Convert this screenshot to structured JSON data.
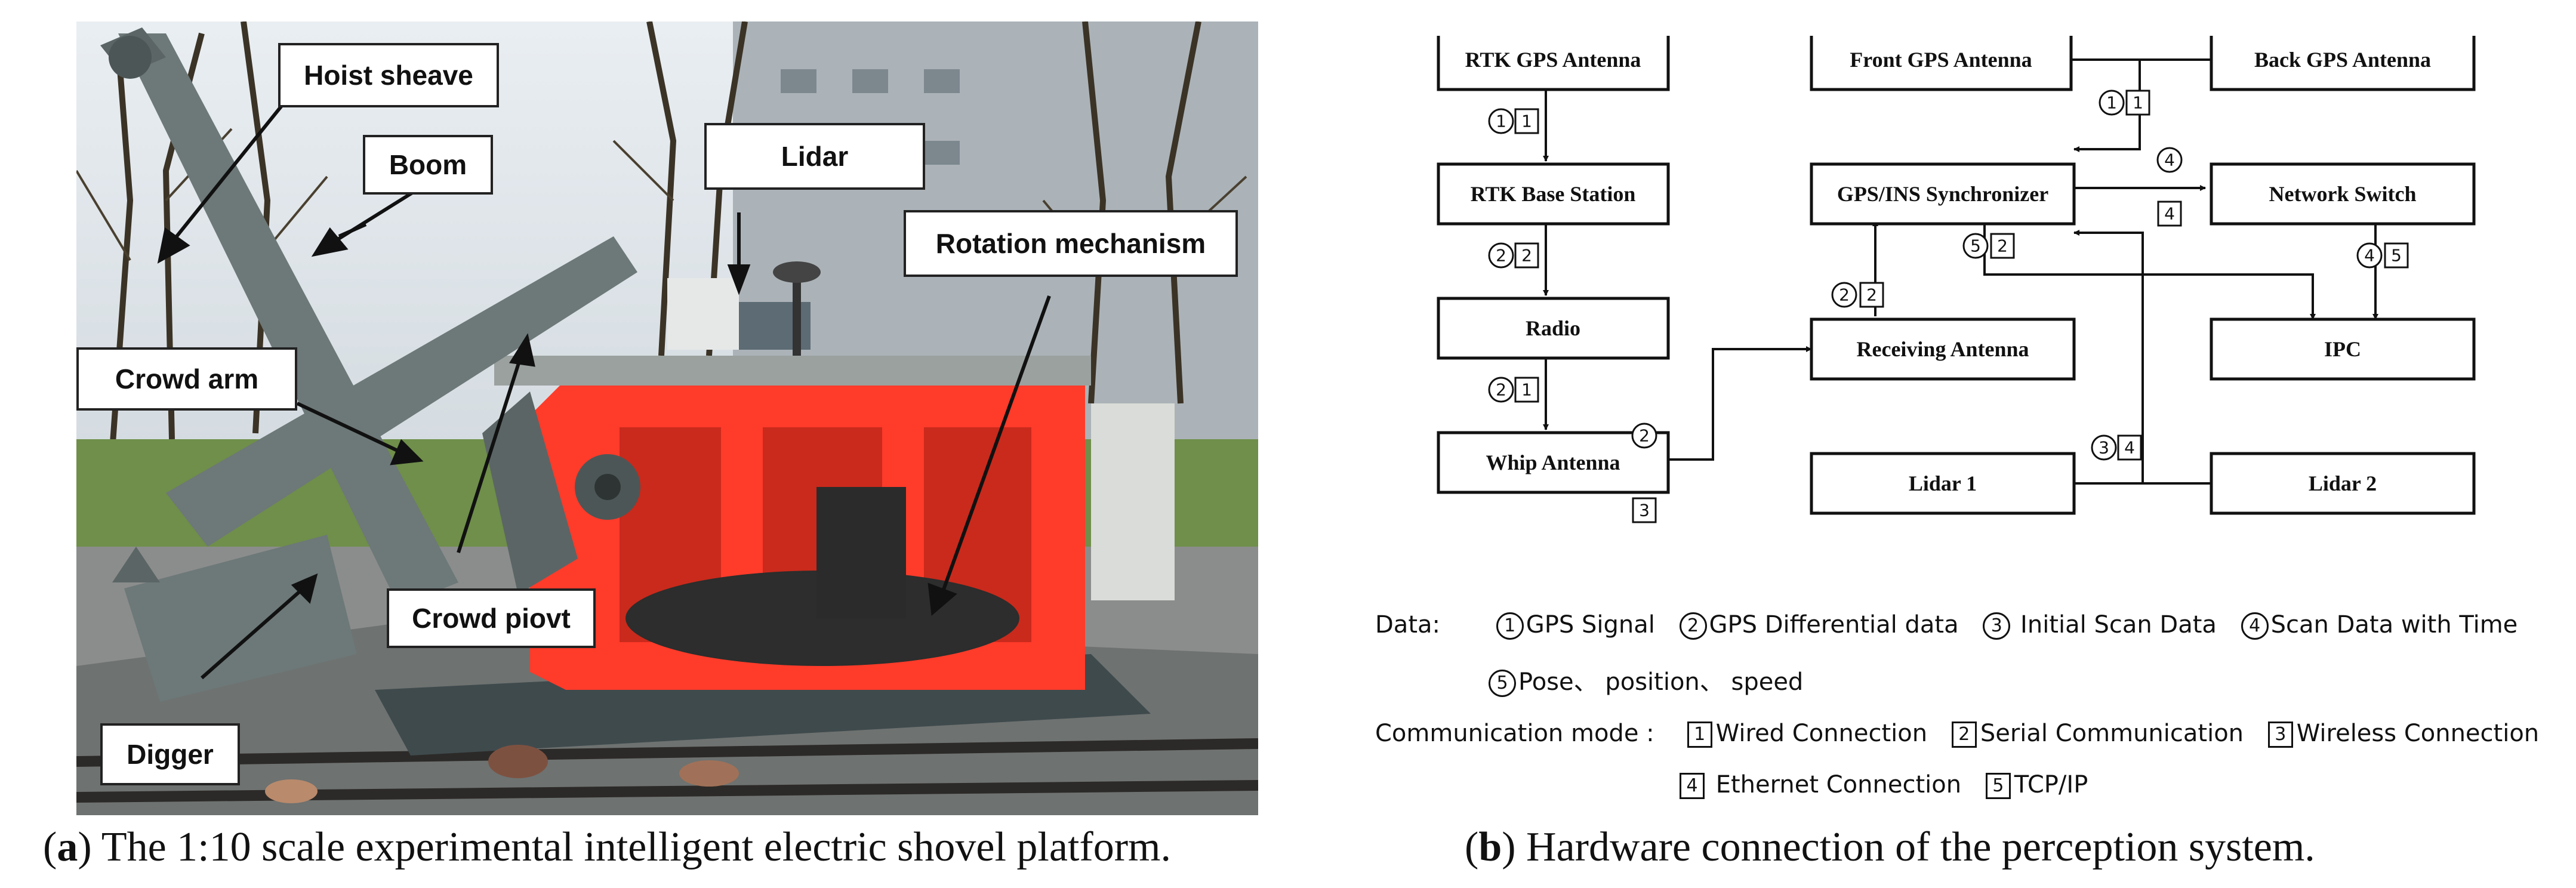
{
  "photo": {
    "labels": {
      "hoist_sheave": "Hoist sheave",
      "boom": "Boom",
      "lidar": "Lidar",
      "rotation_mechanism": "Rotation mechanism",
      "crowd_arm": "Crowd arm",
      "crowd_pivot": "Crowd piovt",
      "digger": "Digger"
    }
  },
  "captions": {
    "a_letter": "a",
    "a_text": ") The 1:10 scale experimental intelligent electric shovel platform.",
    "b_letter": "b",
    "b_text": ") Hardware connection of the perception system."
  },
  "diagram": {
    "boxes": {
      "rtk_gps_antenna": "RTK GPS Antenna",
      "rtk_base_station": "RTK Base Station",
      "radio": "Radio",
      "whip_antenna": "Whip Antenna",
      "front_gps_antenna": "Front GPS Antenna",
      "back_gps_antenna": "Back GPS Antenna",
      "gps_ins_synchronizer": "GPS/INS  Synchronizer",
      "network_switch": "Network Switch",
      "receiving_antenna": "Receiving Antenna",
      "ipc": "IPC",
      "lidar_1": "Lidar 1",
      "lidar_2": "Lidar 2"
    },
    "tags": {
      "rtk_to_base": [
        "1",
        "1"
      ],
      "base_to_radio": [
        "2",
        "2"
      ],
      "radio_to_whip": [
        "2",
        "1"
      ],
      "whip_to_receiving": [
        "2",
        "3"
      ],
      "receiving_to_sync": [
        "2",
        "2"
      ],
      "front_back": [
        "1",
        "1"
      ],
      "sync_to_switch": [
        "4",
        "4"
      ],
      "sync_to_ipc": [
        "5",
        "2"
      ],
      "switch_to_ipc": [
        "4",
        "5"
      ],
      "lidars": [
        "3",
        "4"
      ]
    }
  },
  "legend": {
    "data_label": "Data:",
    "data_items": [
      {
        "num": "1",
        "text": "GPS Signal"
      },
      {
        "num": "2",
        "text": "GPS Differential data"
      },
      {
        "num": "3",
        "text": " Initial Scan Data"
      },
      {
        "num": "4",
        "text": "Scan Data with Time"
      },
      {
        "num": "5",
        "text": "Pose、 position、 speed"
      }
    ],
    "comm_label": "Communication mode :",
    "comm_items": [
      {
        "num": "1",
        "text": "Wired Connection"
      },
      {
        "num": "2",
        "text": "Serial Communication"
      },
      {
        "num": "3",
        "text": "Wireless Connection"
      },
      {
        "num": "4",
        "text": " Ethernet Connection"
      },
      {
        "num": "5",
        "text": "TCP/IP"
      }
    ]
  },
  "colors": {
    "frame_red": "#ff3b2a",
    "steel_grey": "#6d7878",
    "sky": "#cfd8e0",
    "grass": "#6f8f4a"
  }
}
